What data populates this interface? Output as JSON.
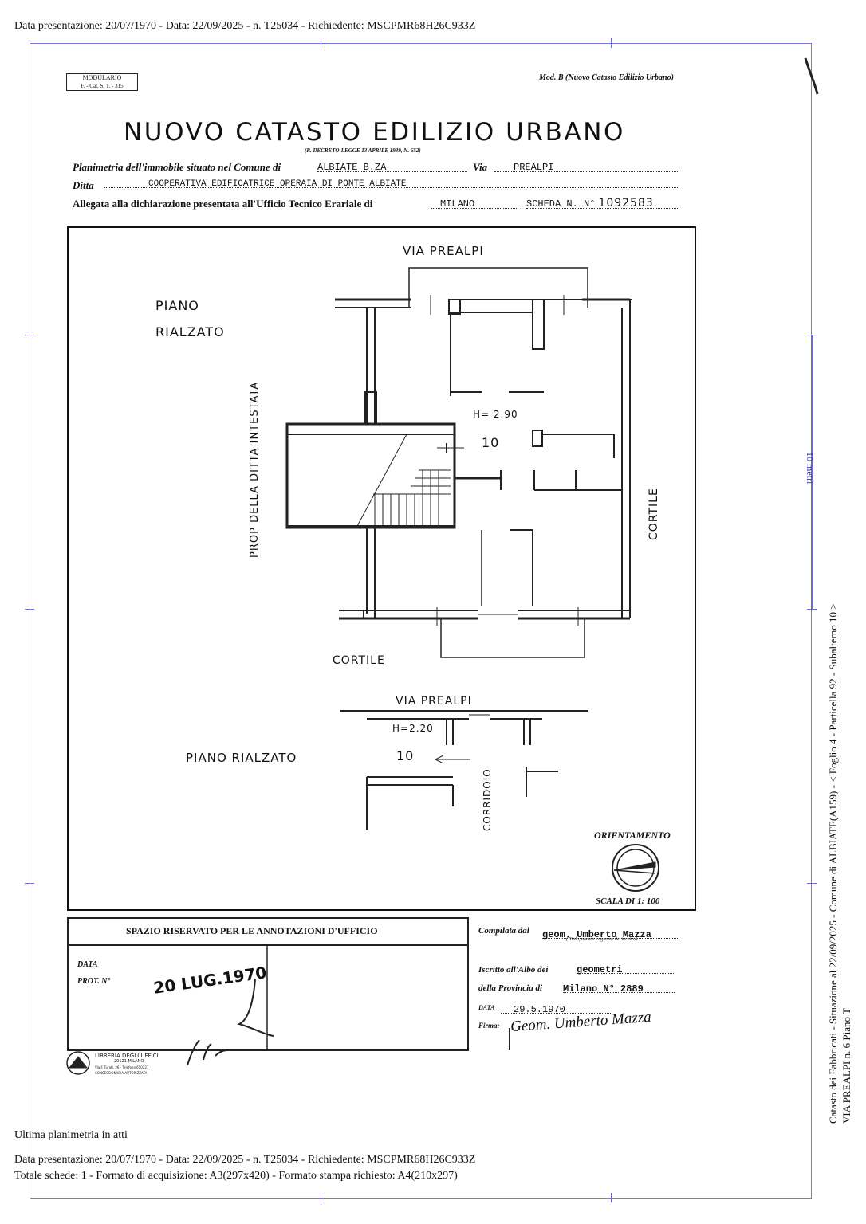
{
  "header": {
    "top_line": "Data presentazione: 20/07/1970 - Data: 22/09/2025 - n. T25034 - Richiedente: MSCPMR68H26C933Z"
  },
  "form": {
    "modulario_line1": "MODULARIO",
    "modulario_line2": "F. - Cat. S. T. - 315",
    "mod_b": "Mod. B (Nuovo Catasto Edilizio Urbano)",
    "title": "NUOVO CATASTO EDILIZIO URBANO",
    "subtitle": "(R. DECRETO-LEGGE 13 APRILE 1939, N. 652)",
    "planimetria_label": "Planimetria dell'immobile situato nel Comune di",
    "comune": "ALBIATE B.ZA",
    "via_label": "Via",
    "via": "PREALPI",
    "ditta_label": "Ditta",
    "ditta": "COOPERATIVA EDIFICATRICE OPERAIA DI PONTE ALBIATE",
    "allegata_label": "Allegata alla dichiarazione presentata all'Ufficio Tecnico Erariale di",
    "ufficio": "MILANO",
    "scheda_label": "SCHEDA N. N°",
    "scheda_num": "1092583"
  },
  "plan": {
    "via_prealpi_top": "VIA PREALPI",
    "piano_rialzato_1a": "PIANO",
    "piano_rialzato_1b": "RIALZATO",
    "prop_ditta": "PROP DELLA DITTA INTESTATA",
    "height_main": "H= 2.90",
    "unit_main": "10",
    "cortile_right": "CORTILE",
    "cortile_bottom": "CORTILE",
    "via_prealpi_2": "VIA PREALPI",
    "height_2": "H=2.20",
    "unit_2": "10",
    "piano_rialzato_2": "PIANO RIALZATO",
    "corridoio": "CORRIDOIO",
    "orientamento": "ORIENTAMENTO",
    "scala": "SCALA DI 1: 100"
  },
  "office": {
    "spazio_title": "SPAZIO RISERVATO PER LE ANNOTAZIONI D'UFFICIO",
    "data_label": "DATA",
    "prot_label": "PROT. N°",
    "stamp": "20 LUG.1970",
    "libreria1": "LIBRERIA DEGLI UFFICI",
    "libreria2": "20121 MILANO",
    "libreria3": "Via F. Turati, 26 · Telefono 650227",
    "libreria4": "CONCESSIONARIA AUTORIZZATA"
  },
  "compiler": {
    "compilata_label": "Compilata dal",
    "name": "geom. Umberto Mazza",
    "name_caption": "(Titolo, nome e cognome del tecnico)",
    "iscritto_label": "Iscritto all'Albo dei",
    "albo": "geometri",
    "provincia_label": "della Provincia di",
    "provincia": "Milano N° 2889",
    "data_label": "DATA",
    "data": "29.5.1970",
    "firma_label": "Firma:",
    "firma": "Geom. Umberto Mazza"
  },
  "scale_bar": {
    "label": "10 metri"
  },
  "side_text": {
    "line1": "Catasto dei Fabbricati - Situazione al 22/09/2025 - Comune di ALBIATE(A159) - < Foglio 4 - Particella 92 - Subalterno 10 >",
    "line2": "VIA PREALPI n. 6 Piano T"
  },
  "footer": {
    "ultima": "Ultima planimetria in atti",
    "line1": "Data presentazione: 20/07/1970 - Data: 22/09/2025 - n. T25034 - Richiedente: MSCPMR68H26C933Z",
    "line2": "Totale schede: 1 - Formato di acquisizione: A3(297x420)  - Formato stampa richiesto: A4(210x297)"
  }
}
